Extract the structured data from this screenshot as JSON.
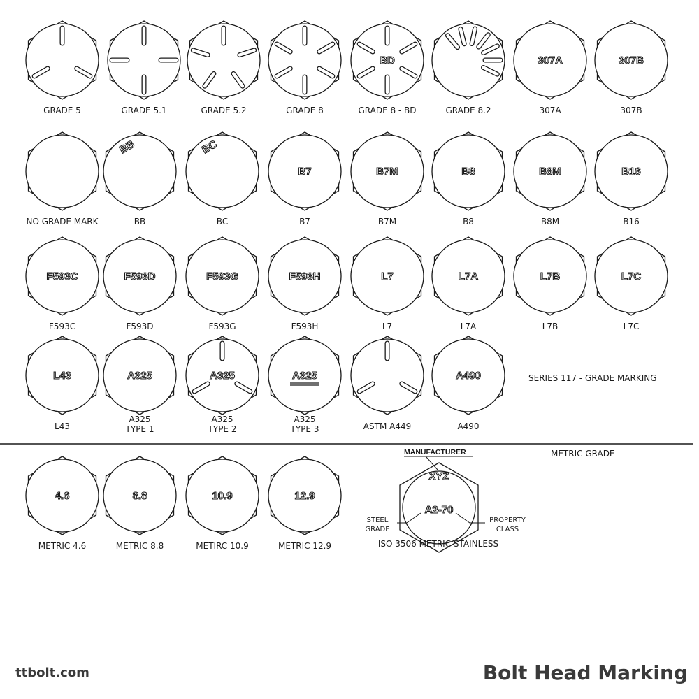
{
  "bolts": [
    {
      "caption": [
        "GRADE 5"
      ],
      "mark": "",
      "radials": 3
    },
    {
      "caption": [
        "GRADE 5.1"
      ],
      "mark": "",
      "radials": 4
    },
    {
      "caption": [
        "GRADE 5.2"
      ],
      "mark": "",
      "radials": 5
    },
    {
      "caption": [
        "GRADE 8"
      ],
      "mark": "",
      "radials": 6
    },
    {
      "caption": [
        "GRADE 8 - BD"
      ],
      "mark": "BD",
      "radials": 6
    },
    {
      "caption": [
        "GRADE 8.2"
      ],
      "mark": "",
      "radials": -1
    },
    {
      "caption": [
        "307A"
      ],
      "mark": "307A"
    },
    {
      "caption": [
        "307B"
      ],
      "mark": "307B"
    },
    {
      "caption": [
        "NO GRADE MARK"
      ],
      "mark": ""
    },
    {
      "caption": [
        "BB"
      ],
      "mark": "",
      "corner": "BB"
    },
    {
      "caption": [
        "BC"
      ],
      "mark": "",
      "corner": "BC"
    },
    {
      "caption": [
        "B7"
      ],
      "mark": "B7"
    },
    {
      "caption": [
        "B7M"
      ],
      "mark": "B7M"
    },
    {
      "caption": [
        "B8"
      ],
      "mark": "B8"
    },
    {
      "caption": [
        "B8M"
      ],
      "mark": "B8M"
    },
    {
      "caption": [
        "B16"
      ],
      "mark": "B16"
    },
    {
      "caption": [
        "F593C"
      ],
      "mark": "F593C"
    },
    {
      "caption": [
        "F593D"
      ],
      "mark": "F593D"
    },
    {
      "caption": [
        "F593G"
      ],
      "mark": "F593G"
    },
    {
      "caption": [
        "F593H"
      ],
      "mark": "F593H"
    },
    {
      "caption": [
        "L7"
      ],
      "mark": "L7"
    },
    {
      "caption": [
        "L7A"
      ],
      "mark": "L7A"
    },
    {
      "caption": [
        "L7B"
      ],
      "mark": "L7B"
    },
    {
      "caption": [
        "L7C"
      ],
      "mark": "L7C"
    },
    {
      "caption": [
        "L43"
      ],
      "mark": "L43"
    },
    {
      "caption": [
        "A325",
        "TYPE 1"
      ],
      "mark": "A325"
    },
    {
      "caption": [
        "A325",
        "TYPE 2"
      ],
      "mark": "A325",
      "radials": 3
    },
    {
      "caption": [
        "A325",
        "TYPE 3"
      ],
      "mark": "A325",
      "underline": true
    },
    {
      "caption": [
        "ASTM A449"
      ],
      "mark": "",
      "radials": 3
    },
    {
      "caption": [
        "A490"
      ],
      "mark": "A490"
    },
    {
      "caption": [
        "METRIC 4.6"
      ],
      "mark": "4.6"
    },
    {
      "caption": [
        "METRIC 8.8"
      ],
      "mark": "8.8"
    },
    {
      "caption": [
        "METIRC 10.9"
      ],
      "mark": "10.9"
    },
    {
      "caption": [
        "METRIC 12.9"
      ],
      "mark": "12.9"
    }
  ],
  "series_note": "SERIES 117 - GRADE MARKING",
  "metric_grade_title": "METRIC GRADE",
  "iso_diagram": {
    "manufacturer_label": "MANUFACTURER",
    "manufacturer_mark": "XYZ",
    "class_mark": "A2-70",
    "steel_grade_label": [
      "STEEL",
      "GRADE"
    ],
    "property_class_label": [
      "PROPERTY",
      "CLASS"
    ],
    "caption": "ISO 3506 METRIC STAINLESS"
  },
  "footer": {
    "site": "ttbolt.com",
    "title": "Bolt Head Marking"
  },
  "colors": {
    "ink": "#1a1a1a",
    "footer": "#3a3a3a"
  }
}
